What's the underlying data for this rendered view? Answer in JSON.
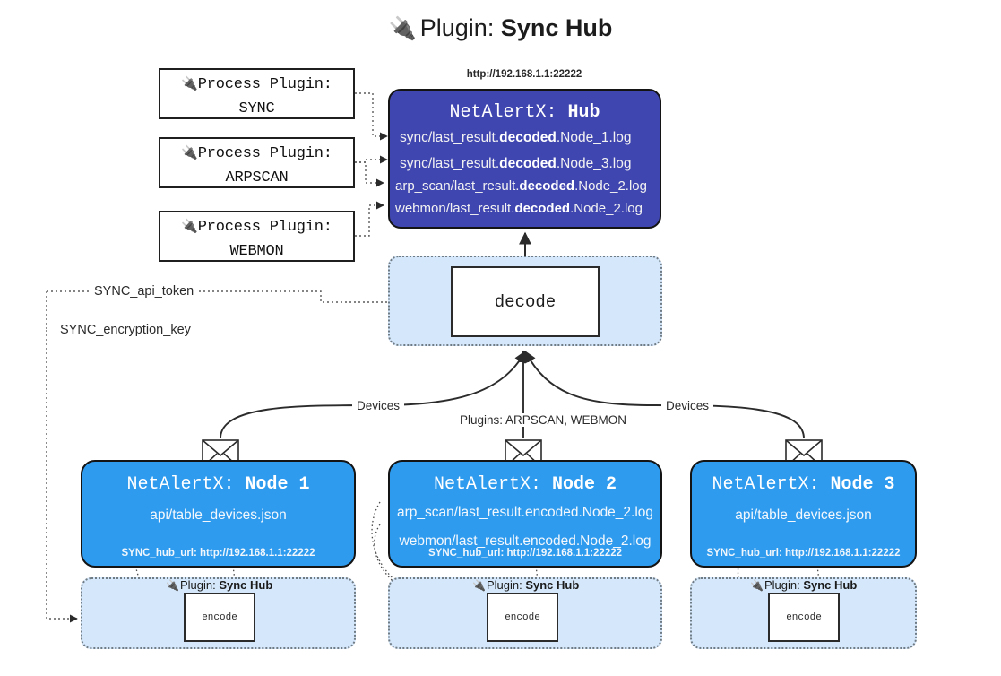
{
  "page": {
    "title_icon": "plug-icon",
    "title_prefix": "Plugin:",
    "title_name": "Sync Hub"
  },
  "process_plugins": [
    {
      "id": "sync",
      "icon": "plug-icon",
      "line1": "Process Plugin:",
      "line2": "SYNC"
    },
    {
      "id": "arpscan",
      "icon": "plug-icon",
      "line1": "Process Plugin:",
      "line2": "ARPSCAN"
    },
    {
      "id": "webmon",
      "icon": "plug-icon",
      "line1": "Process Plugin:",
      "line2": "WEBMON"
    }
  ],
  "hub": {
    "url": "http://192.168.1.1:22222",
    "title_prefix": "NetAlertX:",
    "title_name": "Hub",
    "fill_color": "#4046b0",
    "logs": [
      {
        "pre": "sync/last_result.",
        "bold": "decoded",
        "post": ".Node_1.log"
      },
      {
        "pre": "sync/last_result.",
        "bold": "decoded",
        "post": ".Node_3.log"
      },
      {
        "pre": "arp_scan/last_result.",
        "bold": "decoded",
        "post": ".Node_2.log"
      },
      {
        "pre": "webmon/last_result.",
        "bold": "decoded",
        "post": ".Node_2.log"
      }
    ]
  },
  "decode": {
    "label": "decode",
    "container_fill": "#d5e8fb"
  },
  "settings_labels": {
    "api_token": "SYNC_api_token",
    "encryption_key": "SYNC_encryption_key"
  },
  "edge_labels": {
    "devices_left": "Devices",
    "devices_right": "Devices",
    "plugins_mid": "Plugins: ARPSCAN, WEBMON"
  },
  "nodes": [
    {
      "id": "node_1",
      "title_prefix": "NetAlertX:",
      "title_name": "Node_1",
      "fill_color": "#2e9bef",
      "paths": [
        "api/table_devices.json"
      ],
      "hub_url": "SYNC_hub_url: http://192.168.1.1:22222"
    },
    {
      "id": "node_2",
      "title_prefix": "NetAlertX:",
      "title_name": "Node_2",
      "fill_color": "#2e9bef",
      "paths": [
        "arp_scan/last_result.encoded.Node_2.log",
        "webmon/last_result.encoded.Node_2.log"
      ],
      "hub_url": "SYNC_hub_url: http://192.168.1.1:22222"
    },
    {
      "id": "node_3",
      "title_prefix": "NetAlertX:",
      "title_name": "Node_3",
      "fill_color": "#2e9bef",
      "paths": [
        "api/table_devices.json"
      ],
      "hub_url": "SYNC_hub_url: http://192.168.1.1:22222"
    }
  ],
  "sync_plugin_containers": [
    {
      "id": "c1",
      "icon": "plug-icon",
      "label_prefix": "Plugin:",
      "label_name": "Sync Hub",
      "encode_label": "encode"
    },
    {
      "id": "c2",
      "icon": "plug-icon",
      "label_prefix": "Plugin:",
      "label_name": "Sync Hub",
      "encode_label": "encode"
    },
    {
      "id": "c3",
      "icon": "plug-icon",
      "label_prefix": "Plugin:",
      "label_name": "Sync Hub",
      "encode_label": "encode"
    }
  ],
  "icons": {
    "plug": "🔌",
    "envelope": "envelope-icon"
  }
}
